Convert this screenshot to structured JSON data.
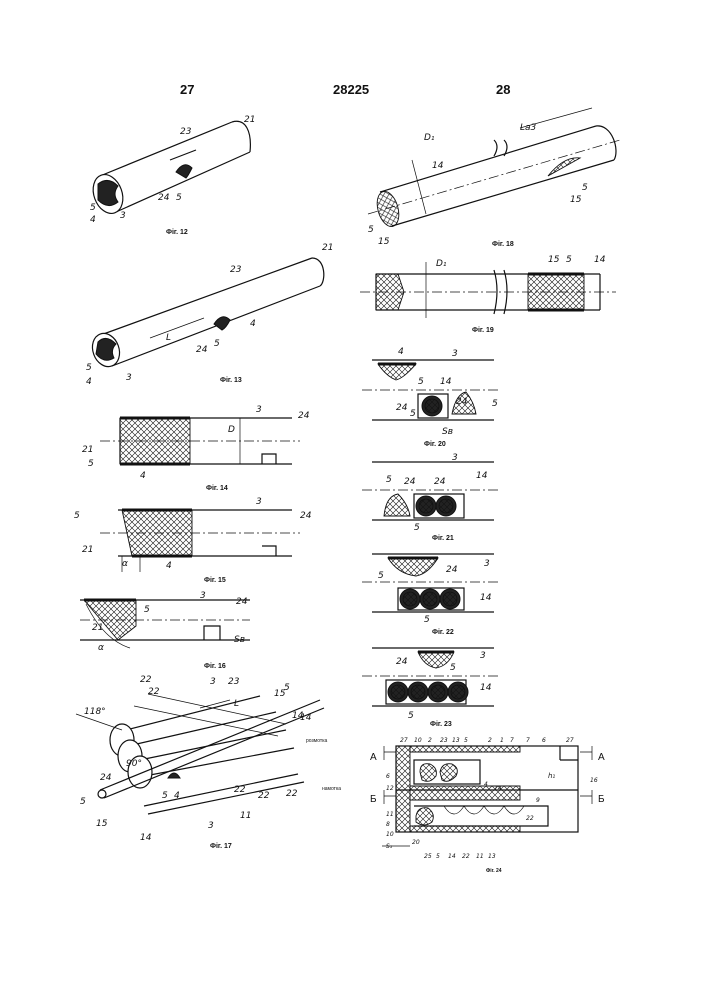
{
  "header": {
    "left_page": "27",
    "patent_number": "28225",
    "right_page": "28"
  },
  "captions": {
    "f12": "Фіг. 12",
    "f13": "Фіг. 13",
    "f14": "Фіг. 14",
    "f15": "Фіг. 15",
    "f16": "Фіг. 16",
    "f17": "Фіг. 17",
    "f18": "Фіг. 18",
    "f19": "Фіг. 19",
    "f20": "Фіг. 20",
    "f21": "Фіг. 21",
    "f22": "Фіг. 22",
    "f23": "Фіг. 23",
    "f24": "Фіг. 24"
  },
  "labels": {
    "n3": "3",
    "n4": "4",
    "n5": "5",
    "n14": "14",
    "n15": "15",
    "n21": "21",
    "n22": "22",
    "n23": "23",
    "n24": "24",
    "n27": "27",
    "n1": "1",
    "n2": "2",
    "n6": "6",
    "n7": "7",
    "n8": "8",
    "n9": "9",
    "n10": "10",
    "n11": "11",
    "n12": "12",
    "n13": "13",
    "n16": "16",
    "n20": "20",
    "n25": "25",
    "D": "D",
    "D1": "D₁",
    "L": "L",
    "LA3": "Lа3",
    "alpha": "α",
    "Sv": "Sв",
    "h1": "h₁",
    "S1": "S₁",
    "A": "А",
    "B": "Б",
    "deg118": "118°",
    "deg90": "90°",
    "txt17a": "розмотка",
    "txt17b": "намотка"
  }
}
